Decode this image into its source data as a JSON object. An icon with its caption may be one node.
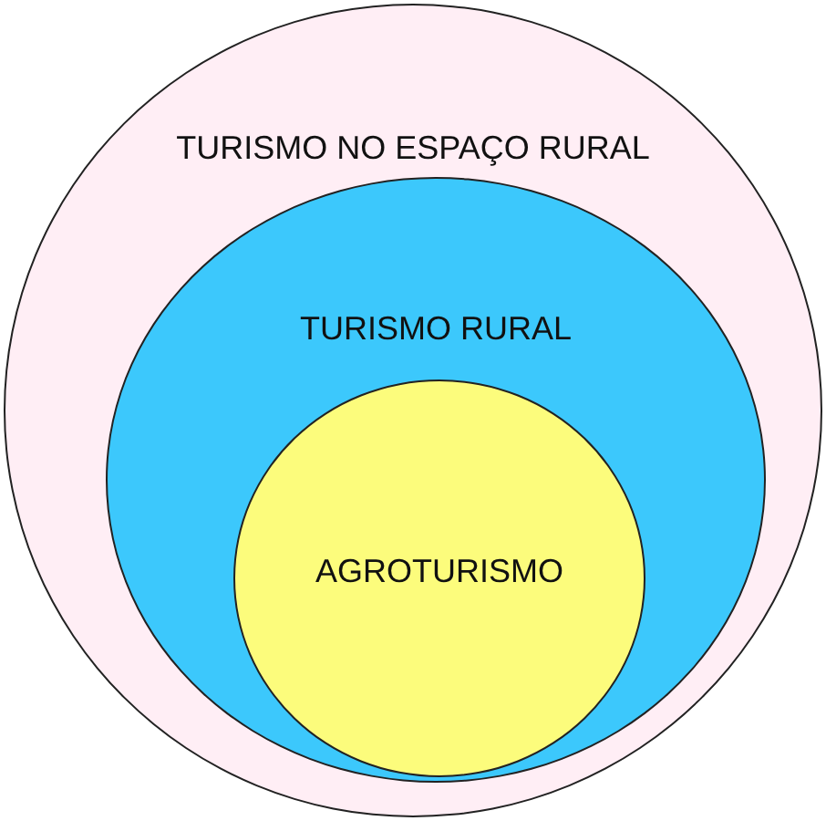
{
  "diagram": {
    "nodes": [
      {
        "text": [
          "TURISMO NO ESPAÇO RURAL"
        ]
      },
      {
        "text": [
          "TURISMO RURAL"
        ],
        "in": 0
      },
      {
        "text": [
          "AGROTURISMO"
        ],
        "in": 1
      }
    ]
  }
}
